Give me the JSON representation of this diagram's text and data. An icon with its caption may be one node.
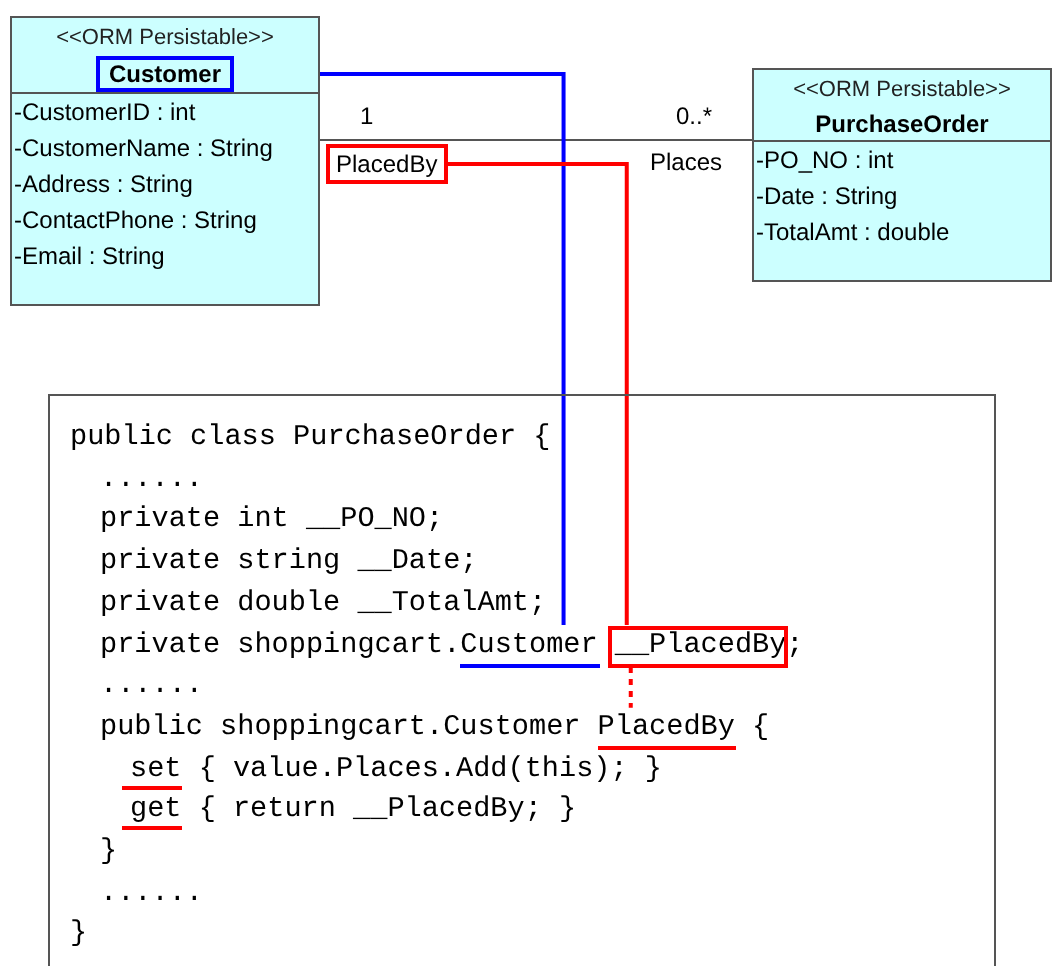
{
  "diagram": {
    "nodes": [
      {
        "text": [
          "<<ORM Persistable>>",
          "-CustomerID : int",
          "-CustomerName : String",
          "-Address : String",
          "-ContactPhone : String",
          "-Email : String"
        ]
      },
      {
        "text": [
          "Customer"
        ],
        "in": 0
      },
      {
        "text": [
          "<<ORM Persistable>>",
          "PurchaseOrder",
          "-PO_NO : int",
          "-Date : String",
          "-TotalAmt : double"
        ]
      },
      {
        "text": [
          "PlacedBy"
        ]
      },
      {
        "text": [
          "public class PurchaseOrder {",
          "......",
          "private int __PO_NO;",
          "private string __Date;",
          "private double __TotalAmt;",
          "private shoppingcart.Customer __PlacedBy;",
          "......",
          "public shoppingcart.Customer PlacedBy {",
          "set { value.Places.Add(this); }",
          "get { return __PlacedBy; }",
          "}",
          "......",
          "}"
        ]
      },
      {
        "text": [],
        "shape": "line",
        "in": 4
      },
      {
        "text": [],
        "shape": "box",
        "in": 4
      },
      {
        "text": [],
        "shape": "line",
        "in": 4
      }
    ],
    "edges": [
      {
        "from": 0,
        "to": 2,
        "arrow": "none",
        "color": "#555555"
      },
      {
        "from": 1,
        "to": 5,
        "arrow": "none",
        "color": "#0000ff"
      },
      {
        "from": 3,
        "to": 6,
        "arrow": "none",
        "color": "#ff0000"
      },
      {
        "from": 6,
        "to": 7,
        "arrow": "none",
        "style": "dashed",
        "color": "#ff0000"
      }
    ],
    "labels": [
      "1",
      "0..*",
      "Places"
    ]
  }
}
